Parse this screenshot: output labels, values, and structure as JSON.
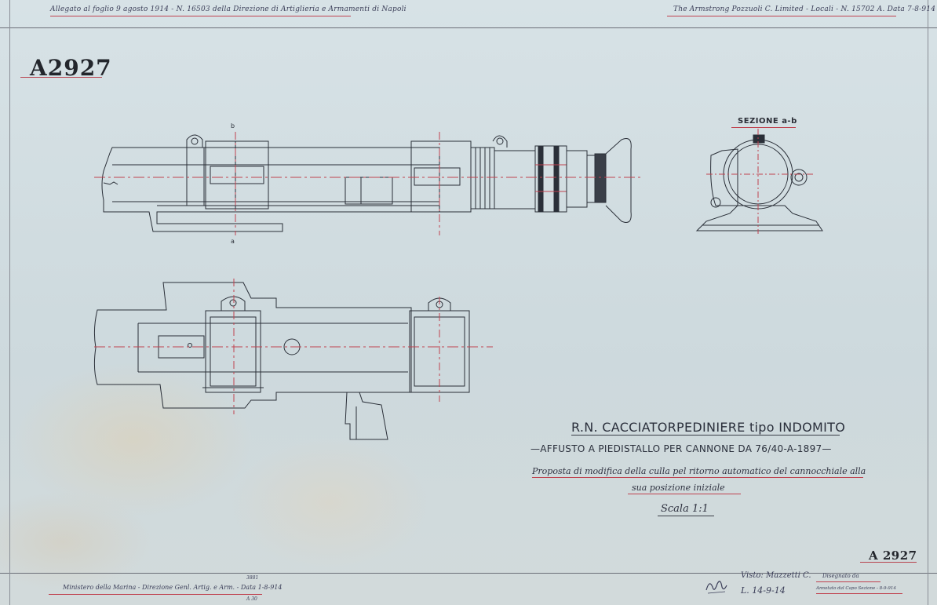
{
  "header": {
    "left_note": "Allegato al foglio 9 agosto 1914 - N. 16503 della Direzione di Artiglieria e Armamenti di Napoli",
    "right_note": "The Armstrong Pozzuoli C. Limited - Locali - N. 15702 A. Data 7-8-914"
  },
  "drawing": {
    "code": "A2927",
    "code_small": "A 2927",
    "section_label": "SEZIONE a-b",
    "section_marker_a": "a",
    "section_marker_b": "b"
  },
  "title_block": {
    "line1": "R.N. CACCIATORPEDINIERE tipo INDOMITO",
    "line2": "—AFFUSTO A PIEDISTALLO PER CANNONE DA 76/40-A-1897—",
    "line3": "Proposta di modifica della culla pel ritorno automatico del cannocchiale alla",
    "line4": "sua posizione iniziale",
    "scale": "Scala 1:1"
  },
  "footer": {
    "ministry_note": "Ministero della Marina - Direzione Genl. Artig. e Arm. - Data 1-8-914",
    "ministry_ref_top": "3881",
    "ministry_ref_bottom": "A 30",
    "visto": "Visto: Mazzetti C.",
    "visto_date": "L. 14-9-14",
    "disegnato": "Disegnato da",
    "approval": "Annotato dal Capo Sezione - 8-9-914"
  },
  "colors": {
    "paper": "#d3dee1",
    "ink": "#2a3038",
    "centerline": "#c0424f"
  }
}
